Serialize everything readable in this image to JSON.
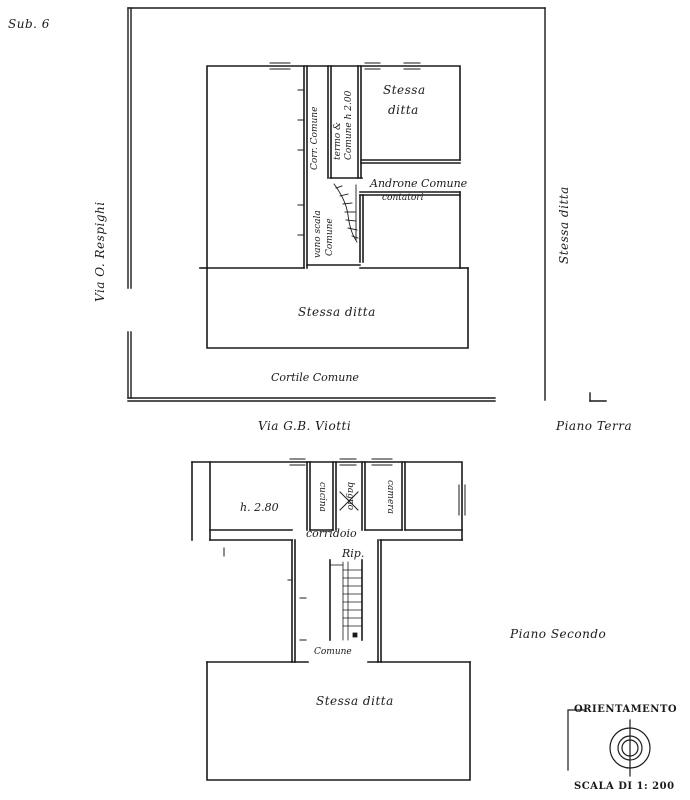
{
  "sheet": {
    "sub_label": "Sub. 6"
  },
  "ground_floor": {
    "floor_label": "Piano Terra",
    "street_west": "Via O. Respighi",
    "street_south": "Via G.B. Viotti",
    "courtyard": "Cortile Comune",
    "east_label": "Stessa ditta",
    "main_room": "Stessa ditta",
    "ne_room_line1": "Stessa",
    "ne_room_line2": "ditta",
    "corridor_common": "Corr. Comune",
    "closed_common_line1": "termo &",
    "closed_common_line2": "Comune h 2.00",
    "androne_line1": "Androne Comune",
    "androne_line2": "contatori",
    "stair_line1": "vano scala",
    "stair_line2": "Comune"
  },
  "second_floor": {
    "floor_label": "Piano Secondo",
    "height_note": "h. 2.80",
    "kitchen": "cucina",
    "bathroom": "bagno",
    "bedroom": "camera",
    "corridor": "corridoio",
    "storage": "Rip.",
    "common": "Comune",
    "main_room": "Stessa ditta"
  },
  "legend": {
    "orientation": "ORIENTAMENTO",
    "scale": "SCALA DI 1: 200"
  }
}
